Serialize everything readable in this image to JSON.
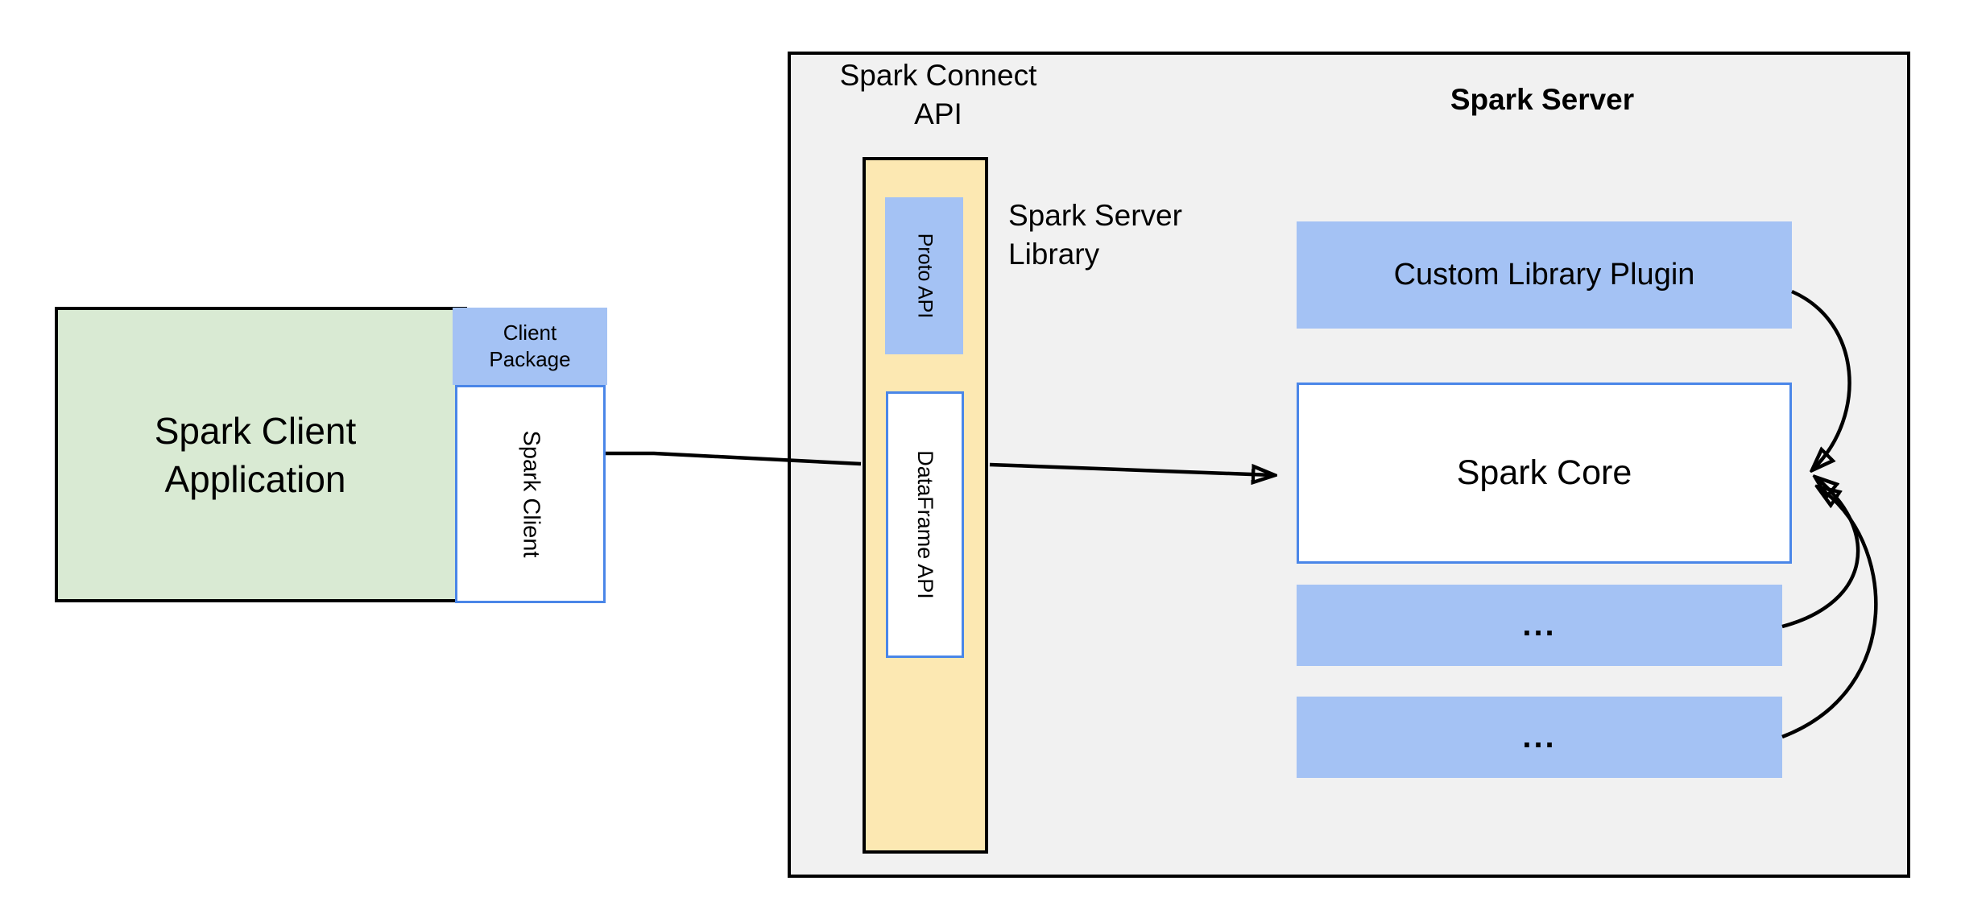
{
  "client": {
    "app_label": {
      "lines": [
        "Spark Client",
        "Application"
      ]
    },
    "package_label": {
      "lines": [
        "Client",
        "Package"
      ]
    },
    "spark_client_label": "Spark Client"
  },
  "connect_api": {
    "label": {
      "lines": [
        "Spark Connect",
        "API"
      ]
    },
    "proto_api_label": "Proto API",
    "dataframe_api_label": "DataFrame API"
  },
  "server": {
    "title": "Spark Server",
    "library_label": {
      "lines": [
        "Spark Server",
        "Library"
      ]
    },
    "custom_plugin_label": "Custom Library Plugin",
    "spark_core_label": "Spark Core",
    "plugin_rows": [
      "...",
      "..."
    ]
  },
  "colors": {
    "client_app_fill": "#d9ead3",
    "accent_blue_fill": "#a4c2f4",
    "api_column_fill": "#fce8b2",
    "server_container_fill": "#f1f1f1",
    "blue_box_border": "#4a86e8",
    "outline_and_arrows": "#000000"
  }
}
